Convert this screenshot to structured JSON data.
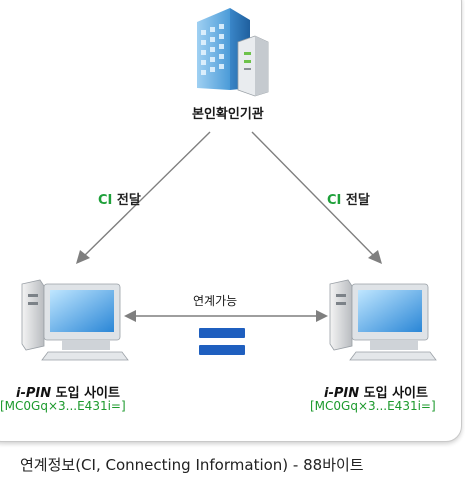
{
  "center": {
    "title": "본인확인기관"
  },
  "links": {
    "left_ci": {
      "prefix": "CI",
      "suffix": " 전달"
    },
    "right_ci": {
      "prefix": "CI",
      "suffix": " 전달"
    },
    "middle": "연계가능"
  },
  "sites": [
    {
      "name_prefix": "i-PIN",
      "name_suffix": " 도입 사이트",
      "code": "[MC0Gq×3...E431i=]"
    },
    {
      "name_prefix": "i-PIN",
      "name_suffix": " 도입 사이트",
      "code": "[MC0Gq×3...E431i=]"
    }
  ],
  "caption": "연계정보(CI, Connecting Information) - 88바이트",
  "colors": {
    "accent_green": "#1a9e2a",
    "equals_blue": "#1f5fbf",
    "arrow_gray": "#7f7f7f"
  },
  "icons": {
    "institution": "office-building-icon",
    "computer": "desktop-computer-icon",
    "equals": "equals-sign-icon"
  }
}
